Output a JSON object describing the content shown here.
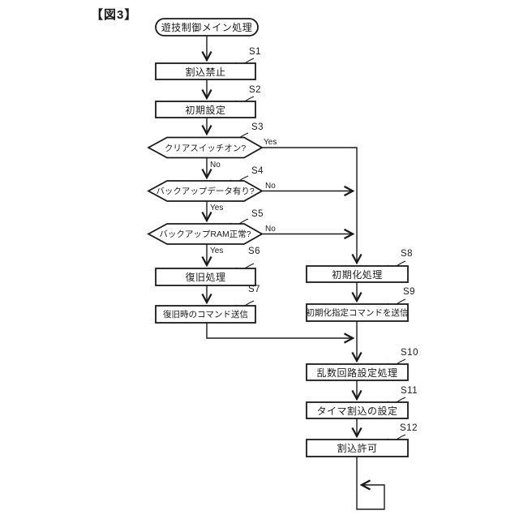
{
  "colors": {
    "ink": "#1a1a1a",
    "background": "#ffffff"
  },
  "figure_label": "【図3】",
  "flowchart": {
    "start": "遊技制御メイン処理",
    "steps": {
      "s1": {
        "id": "S1",
        "text": "割込禁止"
      },
      "s2": {
        "id": "S2",
        "text": "初期設定"
      },
      "s3": {
        "id": "S3",
        "text": "クリアスイッチオン?",
        "yes": "Yes",
        "no": "No"
      },
      "s4": {
        "id": "S4",
        "text": "バックアップデータ有り?",
        "yes": "Yes",
        "no": "No"
      },
      "s5": {
        "id": "S5",
        "text": "バックアップRAM正常?",
        "yes": "Yes",
        "no": "No"
      },
      "s6": {
        "id": "S6",
        "text": "復旧処理"
      },
      "s7": {
        "id": "S7",
        "text": "復旧時のコマンド送信"
      },
      "s8": {
        "id": "S8",
        "text": "初期化処理"
      },
      "s9": {
        "id": "S9",
        "text": "初期化指定コマンドを送信"
      },
      "s10": {
        "id": "S10",
        "text": "乱数回路設定処理"
      },
      "s11": {
        "id": "S11",
        "text": "タイマ割込の設定"
      },
      "s12": {
        "id": "S12",
        "text": "割込許可"
      }
    }
  }
}
